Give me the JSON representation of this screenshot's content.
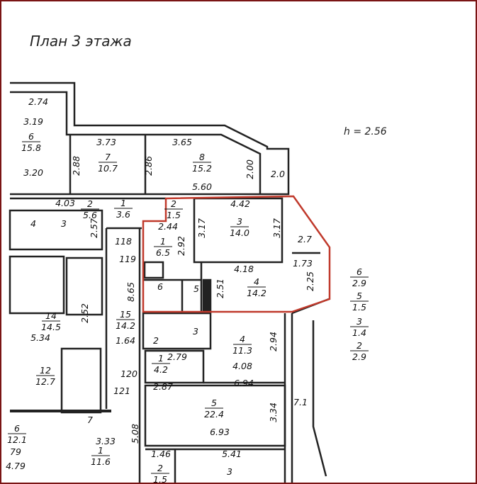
{
  "title": "План 3 этажа",
  "ceiling_height": "h = 2.56",
  "colors": {
    "frame": "#7a1414",
    "highlight": "#c0392b",
    "walls": "#222222"
  },
  "rooms": [
    {
      "number": "6",
      "area": "15.8"
    },
    {
      "number": "7",
      "area": "10.7"
    },
    {
      "number": "8",
      "area": "15.2"
    },
    {
      "number": "2",
      "area": "5.6"
    },
    {
      "number": "1",
      "area": "3.6"
    },
    {
      "number": "2",
      "area": "1.5"
    },
    {
      "number": "3",
      "area": "14.0"
    },
    {
      "number": "1",
      "area": "6.5"
    },
    {
      "number": "4",
      "area": "14.2"
    },
    {
      "number": "14",
      "area": "14.5"
    },
    {
      "number": "15",
      "area": "14.2"
    },
    {
      "number": "4",
      "area": "11.3"
    },
    {
      "number": "12",
      "area": "12.7"
    },
    {
      "number": "1",
      "area": "4.2"
    },
    {
      "number": "5",
      "area": "22.4"
    },
    {
      "number": "6",
      "area": "12.1"
    },
    {
      "number": "1",
      "area": "11.6"
    },
    {
      "number": "2",
      "area": "1.5"
    },
    {
      "number": "6",
      "area": "2.9"
    },
    {
      "number": "5",
      "area": "1.5"
    },
    {
      "number": "3",
      "area": "1.4"
    },
    {
      "number": "2",
      "area": "2.9"
    }
  ],
  "labels": [
    "2.74",
    "3.19",
    "3.20",
    "3.73",
    "2.88",
    "2.86",
    "3.65",
    "5.60",
    "2.00",
    "2.0",
    "4.03",
    "4",
    "3",
    "2.57",
    "4.42",
    "3.17",
    "3.17",
    "2.44",
    "118",
    "2.92",
    "2.7",
    "119",
    "1.73",
    "4.18",
    "6",
    "5",
    "2.51",
    "2.25",
    "8.65",
    "2.52",
    "2",
    "3",
    "1.64",
    "5.34",
    "2.94",
    "2.79",
    "120",
    "4.08",
    "2.87",
    "6.94",
    "121",
    "3.34",
    "7.1",
    "7",
    "79",
    "3.33",
    "5.08",
    "6.93",
    "1.46",
    "5.41",
    "4.79",
    "3"
  ]
}
